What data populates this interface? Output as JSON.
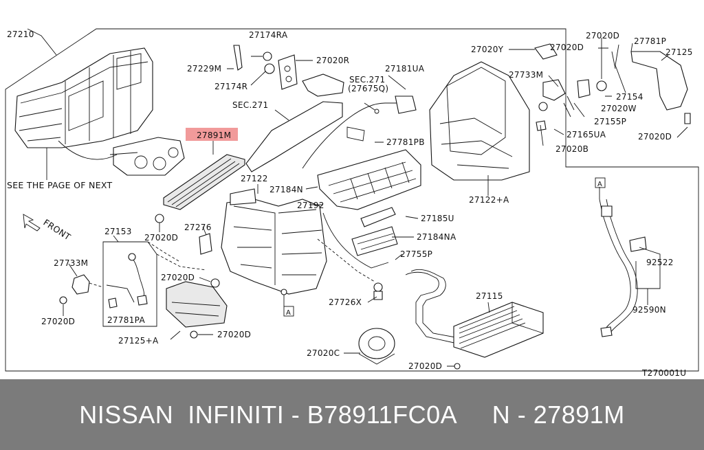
{
  "labels": {
    "p27210": "27210",
    "p27174RA": "27174RA",
    "p27229M": "27229M",
    "p27020R": "27020R",
    "p27174R": "27174R",
    "sec271a": "SEC.271",
    "sec271b": "SEC.271",
    "p27675Q": "(27675Q)",
    "p27181UA": "27181UA",
    "p27020Y": "27020Y",
    "p27020D_tr1": "27020D",
    "p27020D_tr2": "27020D",
    "p27781P": "27781P",
    "p27125": "27125",
    "p27733M_r": "27733M",
    "p27154": "27154",
    "p27020W": "27020W",
    "p27155P": "27155P",
    "p27165UA": "27165UA",
    "p27020D_r": "27020D",
    "p27020B": "27020B",
    "p27781PB": "27781PB",
    "p27891M": "27891M",
    "note_see_page": "SEE THE PAGE OF NEXT",
    "p27122": "27122",
    "p27184N": "27184N",
    "p27192": "27192",
    "p27185U": "27185U",
    "p27184NA": "27184NA",
    "p27122A": "27122+A",
    "p27020D_ml": "27020D",
    "p27276": "27276",
    "p27153": "27153",
    "p27733M_l": "27733M",
    "p27020D_bl": "27020D",
    "p27781PA": "27781PA",
    "p27020D_m": "27020D",
    "p27125A": "27125+A",
    "p27020D_bm": "27020D",
    "p27755P": "27755P",
    "p27726X": "27726X",
    "p27115": "27115",
    "p27020C": "27020C",
    "p27020D_b": "27020D",
    "p92522": "92522",
    "p92590N": "92590N",
    "ref_a1": "A",
    "ref_a2": "A",
    "front": "FRONT",
    "diagram_code": "T270001U"
  },
  "footer": {
    "caption": "NISSAN  INFINITI - B78911FC0A     N - 27891M"
  },
  "colors": {
    "highlight": "#f19a9a",
    "footer_bg": "#7b7b7b"
  }
}
